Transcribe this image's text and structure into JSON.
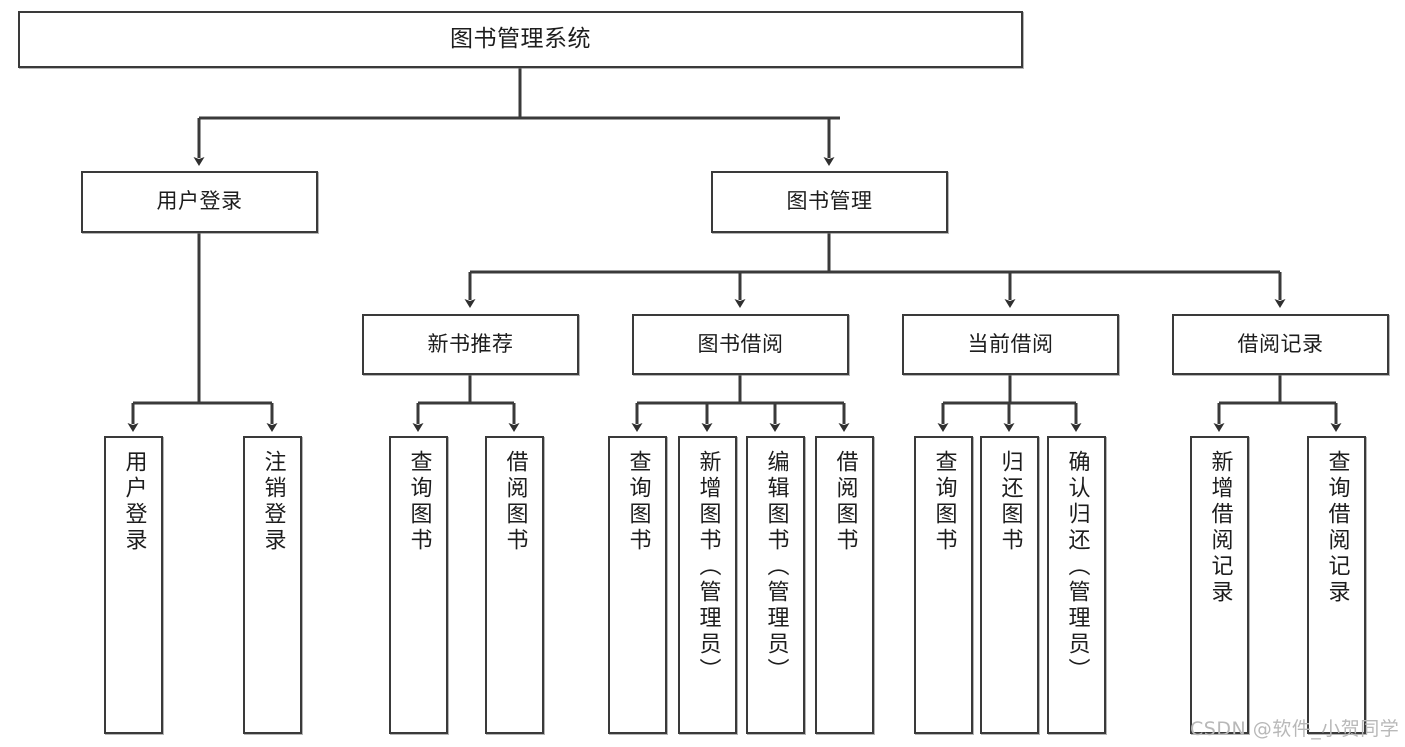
{
  "diagram": {
    "title": "图书管理系统",
    "type": "hierarchy-tree",
    "watermark": "CSDN @软件_小贺同学",
    "colors": {
      "background": "#ffffff",
      "box_border": "#3a3a3a",
      "box_fill": "#ffffff",
      "connector": "#3a3a3a",
      "text": "#1d1d1d",
      "watermark": "#b8b8b8"
    },
    "root": {
      "label": "图书管理系统"
    },
    "level1": [
      {
        "label": "用户登录"
      },
      {
        "label": "图书管理"
      }
    ],
    "level2": [
      {
        "label": "新书推荐"
      },
      {
        "label": "图书借阅"
      },
      {
        "label": "当前借阅"
      },
      {
        "label": "借阅记录"
      }
    ],
    "leaves": {
      "user_login": [
        {
          "label": "用户登录"
        },
        {
          "label": "注销登录"
        }
      ],
      "new_book_recommend": [
        {
          "label": "查询图书"
        },
        {
          "label": "借阅图书"
        }
      ],
      "book_borrow": [
        {
          "label": "查询图书"
        },
        {
          "label": "新增图书（管理员）"
        },
        {
          "label": "编辑图书（管理员）"
        },
        {
          "label": "借阅图书"
        }
      ],
      "current_borrow": [
        {
          "label": "查询图书"
        },
        {
          "label": "归还图书"
        },
        {
          "label": "确认归还（管理员）"
        }
      ],
      "borrow_record": [
        {
          "label": "新增借阅记录"
        },
        {
          "label": "查询借阅记录"
        }
      ]
    }
  }
}
